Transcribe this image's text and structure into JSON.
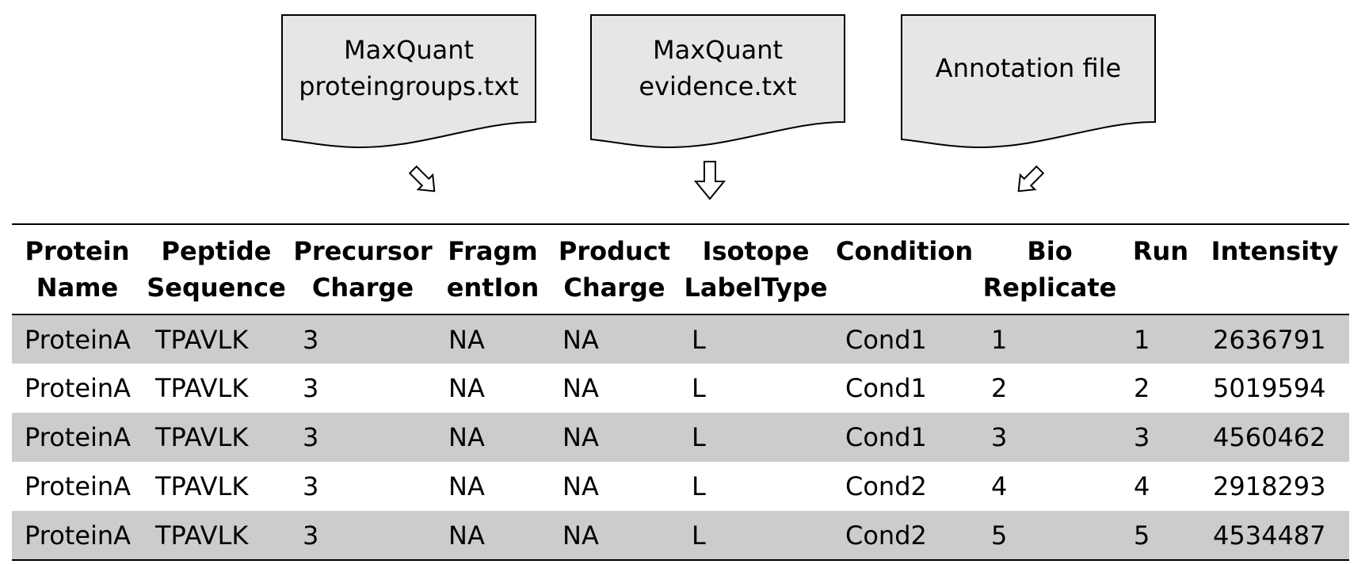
{
  "inputs": [
    {
      "lines": [
        "MaxQuant",
        "proteingroups.txt"
      ]
    },
    {
      "lines": [
        "MaxQuant",
        "evidence.txt"
      ]
    },
    {
      "lines": [
        "Annotation file"
      ]
    }
  ],
  "table": {
    "headers": [
      {
        "lines": [
          "Protein",
          "Name"
        ]
      },
      {
        "lines": [
          "Peptide",
          "Sequence"
        ]
      },
      {
        "lines": [
          "Precursor",
          "Charge"
        ]
      },
      {
        "lines": [
          "Fragm",
          "entIon"
        ]
      },
      {
        "lines": [
          "Product",
          "Charge"
        ]
      },
      {
        "lines": [
          "Isotope",
          "LabelType"
        ]
      },
      {
        "lines": [
          "Condition"
        ]
      },
      {
        "lines": [
          "Bio",
          "Replicate"
        ]
      },
      {
        "lines": [
          "Run"
        ]
      },
      {
        "lines": [
          "Intensity"
        ]
      }
    ],
    "rows": [
      [
        "ProteinA",
        "TPAVLK",
        "3",
        "NA",
        "NA",
        "L",
        "Cond1",
        "1",
        "1",
        "2636791"
      ],
      [
        "ProteinA",
        "TPAVLK",
        "3",
        "NA",
        "NA",
        "L",
        "Cond1",
        "2",
        "2",
        "5019594"
      ],
      [
        "ProteinA",
        "TPAVLK",
        "3",
        "NA",
        "NA",
        "L",
        "Cond1",
        "3",
        "3",
        "4560462"
      ],
      [
        "ProteinA",
        "TPAVLK",
        "3",
        "NA",
        "NA",
        "L",
        "Cond2",
        "4",
        "4",
        "2918293"
      ],
      [
        "ProteinA",
        "TPAVLK",
        "3",
        "NA",
        "NA",
        "L",
        "Cond2",
        "5",
        "5",
        "4534487"
      ]
    ]
  },
  "colors": {
    "document_fill": "#e6e6e6",
    "stripe": "#cccccc",
    "stroke": "#000000"
  }
}
